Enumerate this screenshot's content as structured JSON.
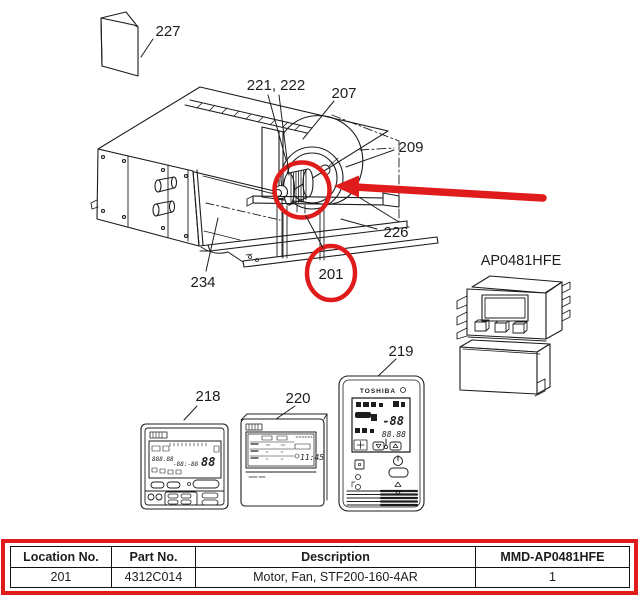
{
  "figure": {
    "callouts": {
      "booklet": "227",
      "bearing_pair": "221, 222",
      "fan_housing": "207",
      "side_panel": "209",
      "base_rail": "226",
      "cabinet": "234",
      "motor": "201",
      "remote_a": "218",
      "remote_b": "219",
      "remote_c": "220"
    },
    "module_label": "AP0481HFE",
    "remote_b_brand": "TOSHIBA",
    "lcd": {
      "remote_a_left": "888.88",
      "remote_a_mid": "-88:-88",
      "remote_a_right": "88",
      "remote_b_temp": "-88",
      "remote_b_clock": "88.88",
      "remote_c_clock": "11:45"
    },
    "colors": {
      "highlight": "#e01b1b",
      "ink": "#1d1d1f"
    }
  },
  "table": {
    "headers": [
      "Location No.",
      "Part No.",
      "Description",
      "MMD-AP0481HFE"
    ],
    "row": [
      "201",
      "4312C014",
      "Motor, Fan, STF200-160-4AR",
      "1"
    ]
  }
}
